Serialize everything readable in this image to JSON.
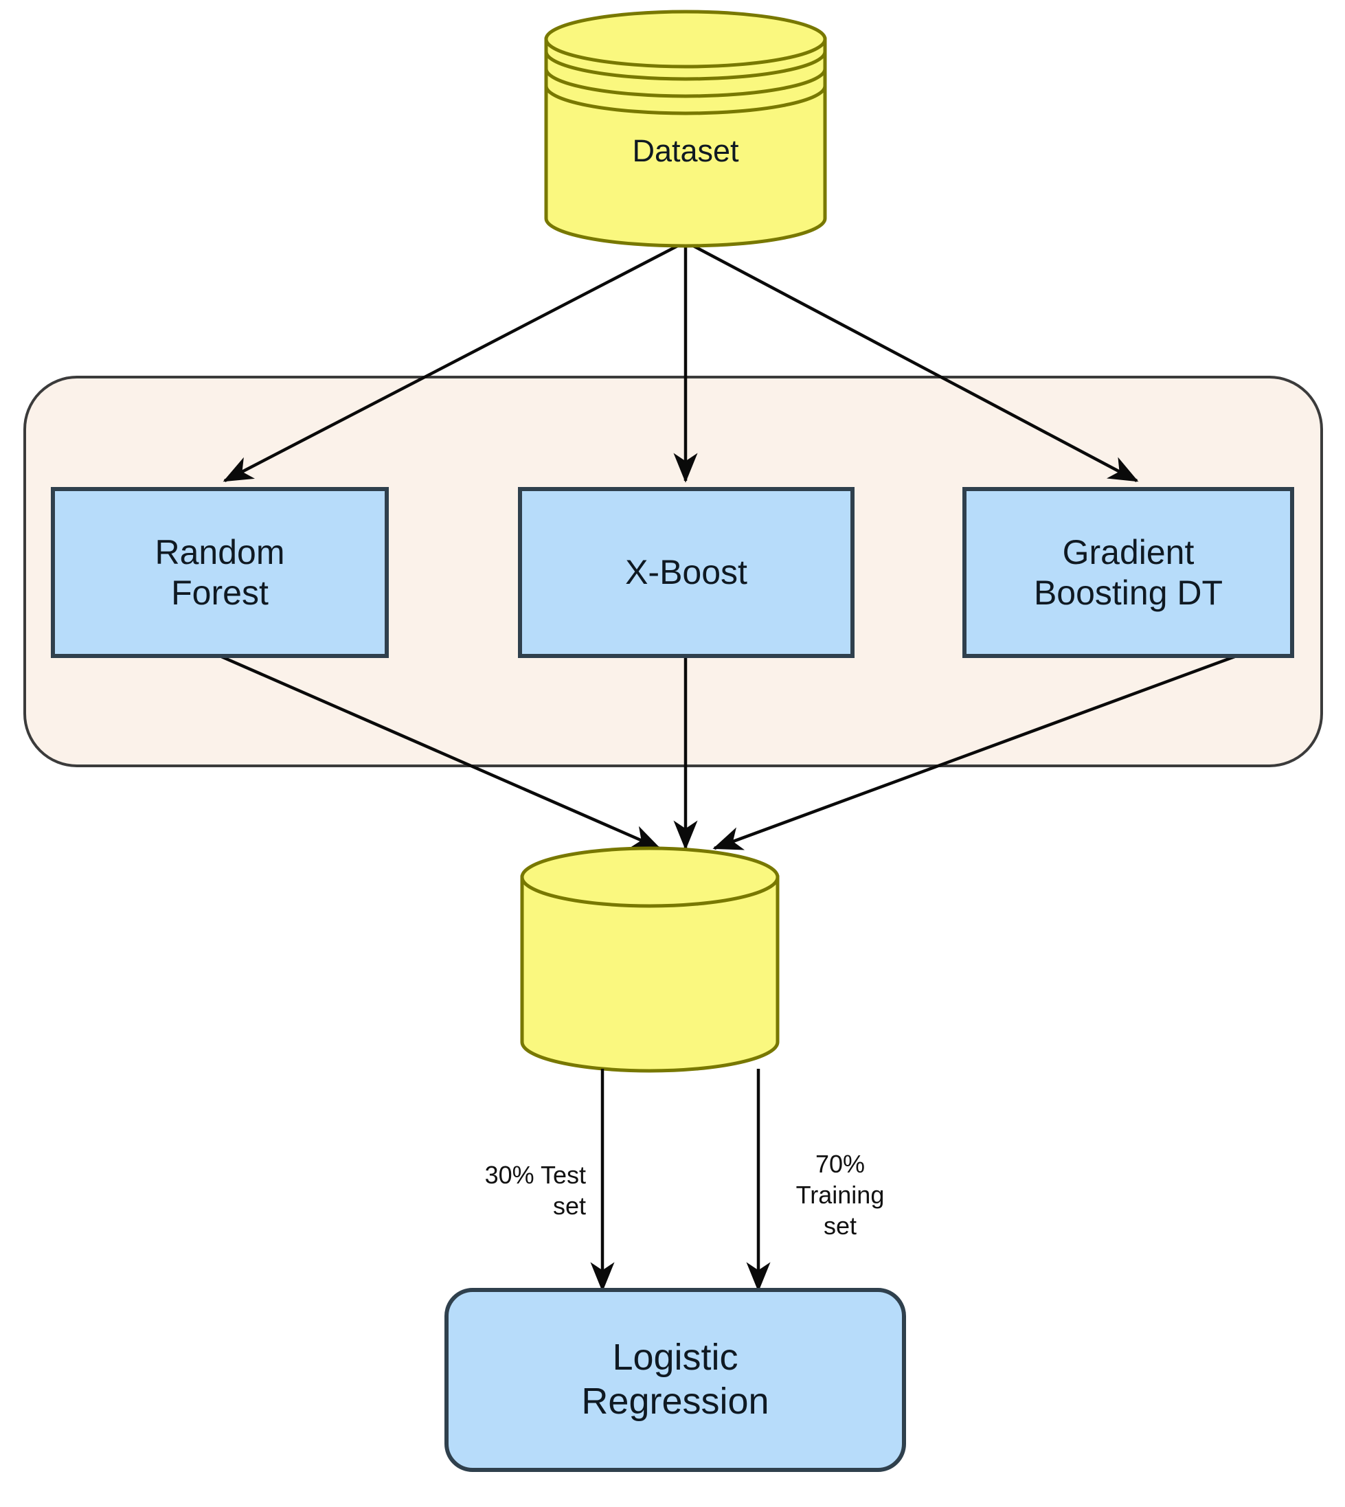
{
  "diagram": {
    "title": "Machine learning model ensemble pipeline flowchart",
    "colors": {
      "cylinder_fill": "#faf87f",
      "cylinder_stroke": "#787800",
      "box_fill": "#b7dcfa",
      "box_stroke": "#2f404d",
      "group_fill": "#fbf2ea",
      "group_stroke": "#3b3b3b",
      "arrow": "#0a0a0a",
      "page_background": "#ffffff",
      "text": "#0f1922"
    },
    "nodes": {
      "dataset": {
        "label": "Dataset",
        "shape": "cylinder"
      },
      "pooled_data": {
        "label": "",
        "shape": "cylinder"
      },
      "random_forest": {
        "label": "Random\nForest",
        "shape": "rectangle"
      },
      "x_boost": {
        "label": "X-Boost",
        "shape": "rectangle"
      },
      "gradient_boosting": {
        "label": "Gradient\nBoosting DT",
        "shape": "rectangle"
      },
      "logistic_regression": {
        "label": "Logistic\nRegression",
        "shape": "rounded-rectangle"
      },
      "model_group": {
        "label": "",
        "shape": "rounded-container"
      }
    },
    "edge_labels": {
      "test_split": "30% Test\nset",
      "training_split": "70%\nTraining\nset"
    },
    "edges": [
      {
        "from": "dataset",
        "to": "random_forest",
        "label": ""
      },
      {
        "from": "dataset",
        "to": "x_boost",
        "label": ""
      },
      {
        "from": "dataset",
        "to": "gradient_boosting",
        "label": ""
      },
      {
        "from": "random_forest",
        "to": "pooled_data",
        "label": ""
      },
      {
        "from": "x_boost",
        "to": "pooled_data",
        "label": ""
      },
      {
        "from": "gradient_boosting",
        "to": "pooled_data",
        "label": ""
      },
      {
        "from": "pooled_data",
        "to": "logistic_regression",
        "label": "30% Test\nset"
      },
      {
        "from": "pooled_data",
        "to": "logistic_regression",
        "label": "70%\nTraining\nset"
      }
    ]
  }
}
